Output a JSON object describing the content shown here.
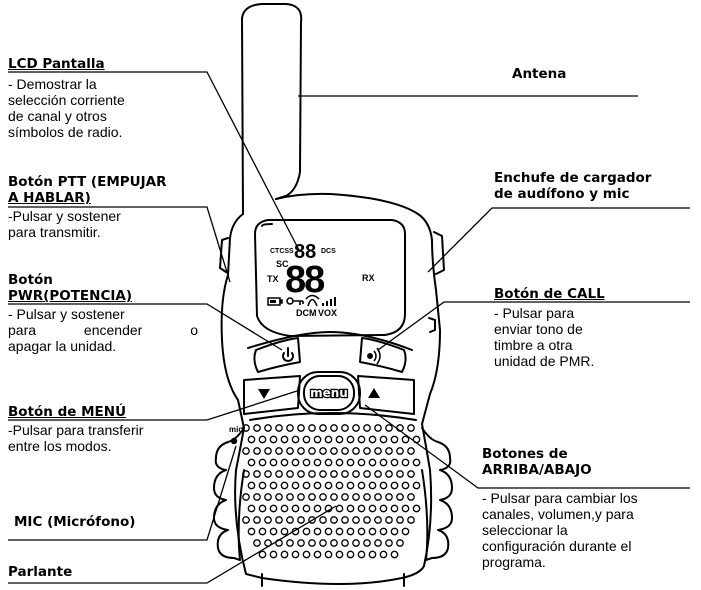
{
  "labels": {
    "lcd": {
      "title": "LCD Pantalla",
      "desc": [
        "- Demostrar la",
        "selección corriente",
        "de canal y otros",
        "símbolos de radio."
      ]
    },
    "antena": {
      "title": "Antena"
    },
    "ptt": {
      "title": [
        "Botón PTT (EMPUJAR",
        "A HABLAR)"
      ],
      "desc": [
        "-Pulsar y sostener",
        "para transmitir."
      ]
    },
    "charger": {
      "title": [
        "Enchufe de cargador",
        "de audífono y mic"
      ]
    },
    "pwr": {
      "title": [
        "Botón",
        "PWR(POTENCIA)"
      ],
      "desc": [
        "- Pulsar y sostener",
        "para encender o",
        "apagar la unidad."
      ]
    },
    "call": {
      "title": "Botón de CALL",
      "desc": [
        "- Pulsar para",
        "enviar tono de",
        "timbre a otra",
        "unidad de PMR."
      ]
    },
    "menu": {
      "title": "Botón de MENÚ",
      "desc": [
        "-Pulsar para transferir",
        "entre los modos."
      ]
    },
    "updown": {
      "title": [
        "Botones de",
        "ARRIBA/ABAJO"
      ],
      "desc": [
        "- Pulsar para cambiar los",
        "canales, volumen,y para",
        "seleccionar la",
        "configuración durante el",
        "programa."
      ]
    },
    "mic": {
      "title": "MIC (Micrófono)"
    },
    "speaker": {
      "title": "Parlante"
    }
  },
  "device": {
    "lcd": {
      "ctcss": "CTCSS",
      "ch_small": "88",
      "dcs": "DCS",
      "sc": "SC",
      "tx": "TX",
      "ch_big": "88",
      "rx": "RX",
      "dcm": "DCM",
      "vox": "VOX"
    },
    "menu_key": "menu",
    "mic_text": "mic"
  },
  "icons": {
    "power": "power-icon",
    "call": "call-icon",
    "up": "up-arrow-icon",
    "down": "down-arrow-icon",
    "key": "key-lock-icon",
    "signal": "signal-bars-icon",
    "battery": "battery-icon",
    "scan": "scan-icon"
  }
}
